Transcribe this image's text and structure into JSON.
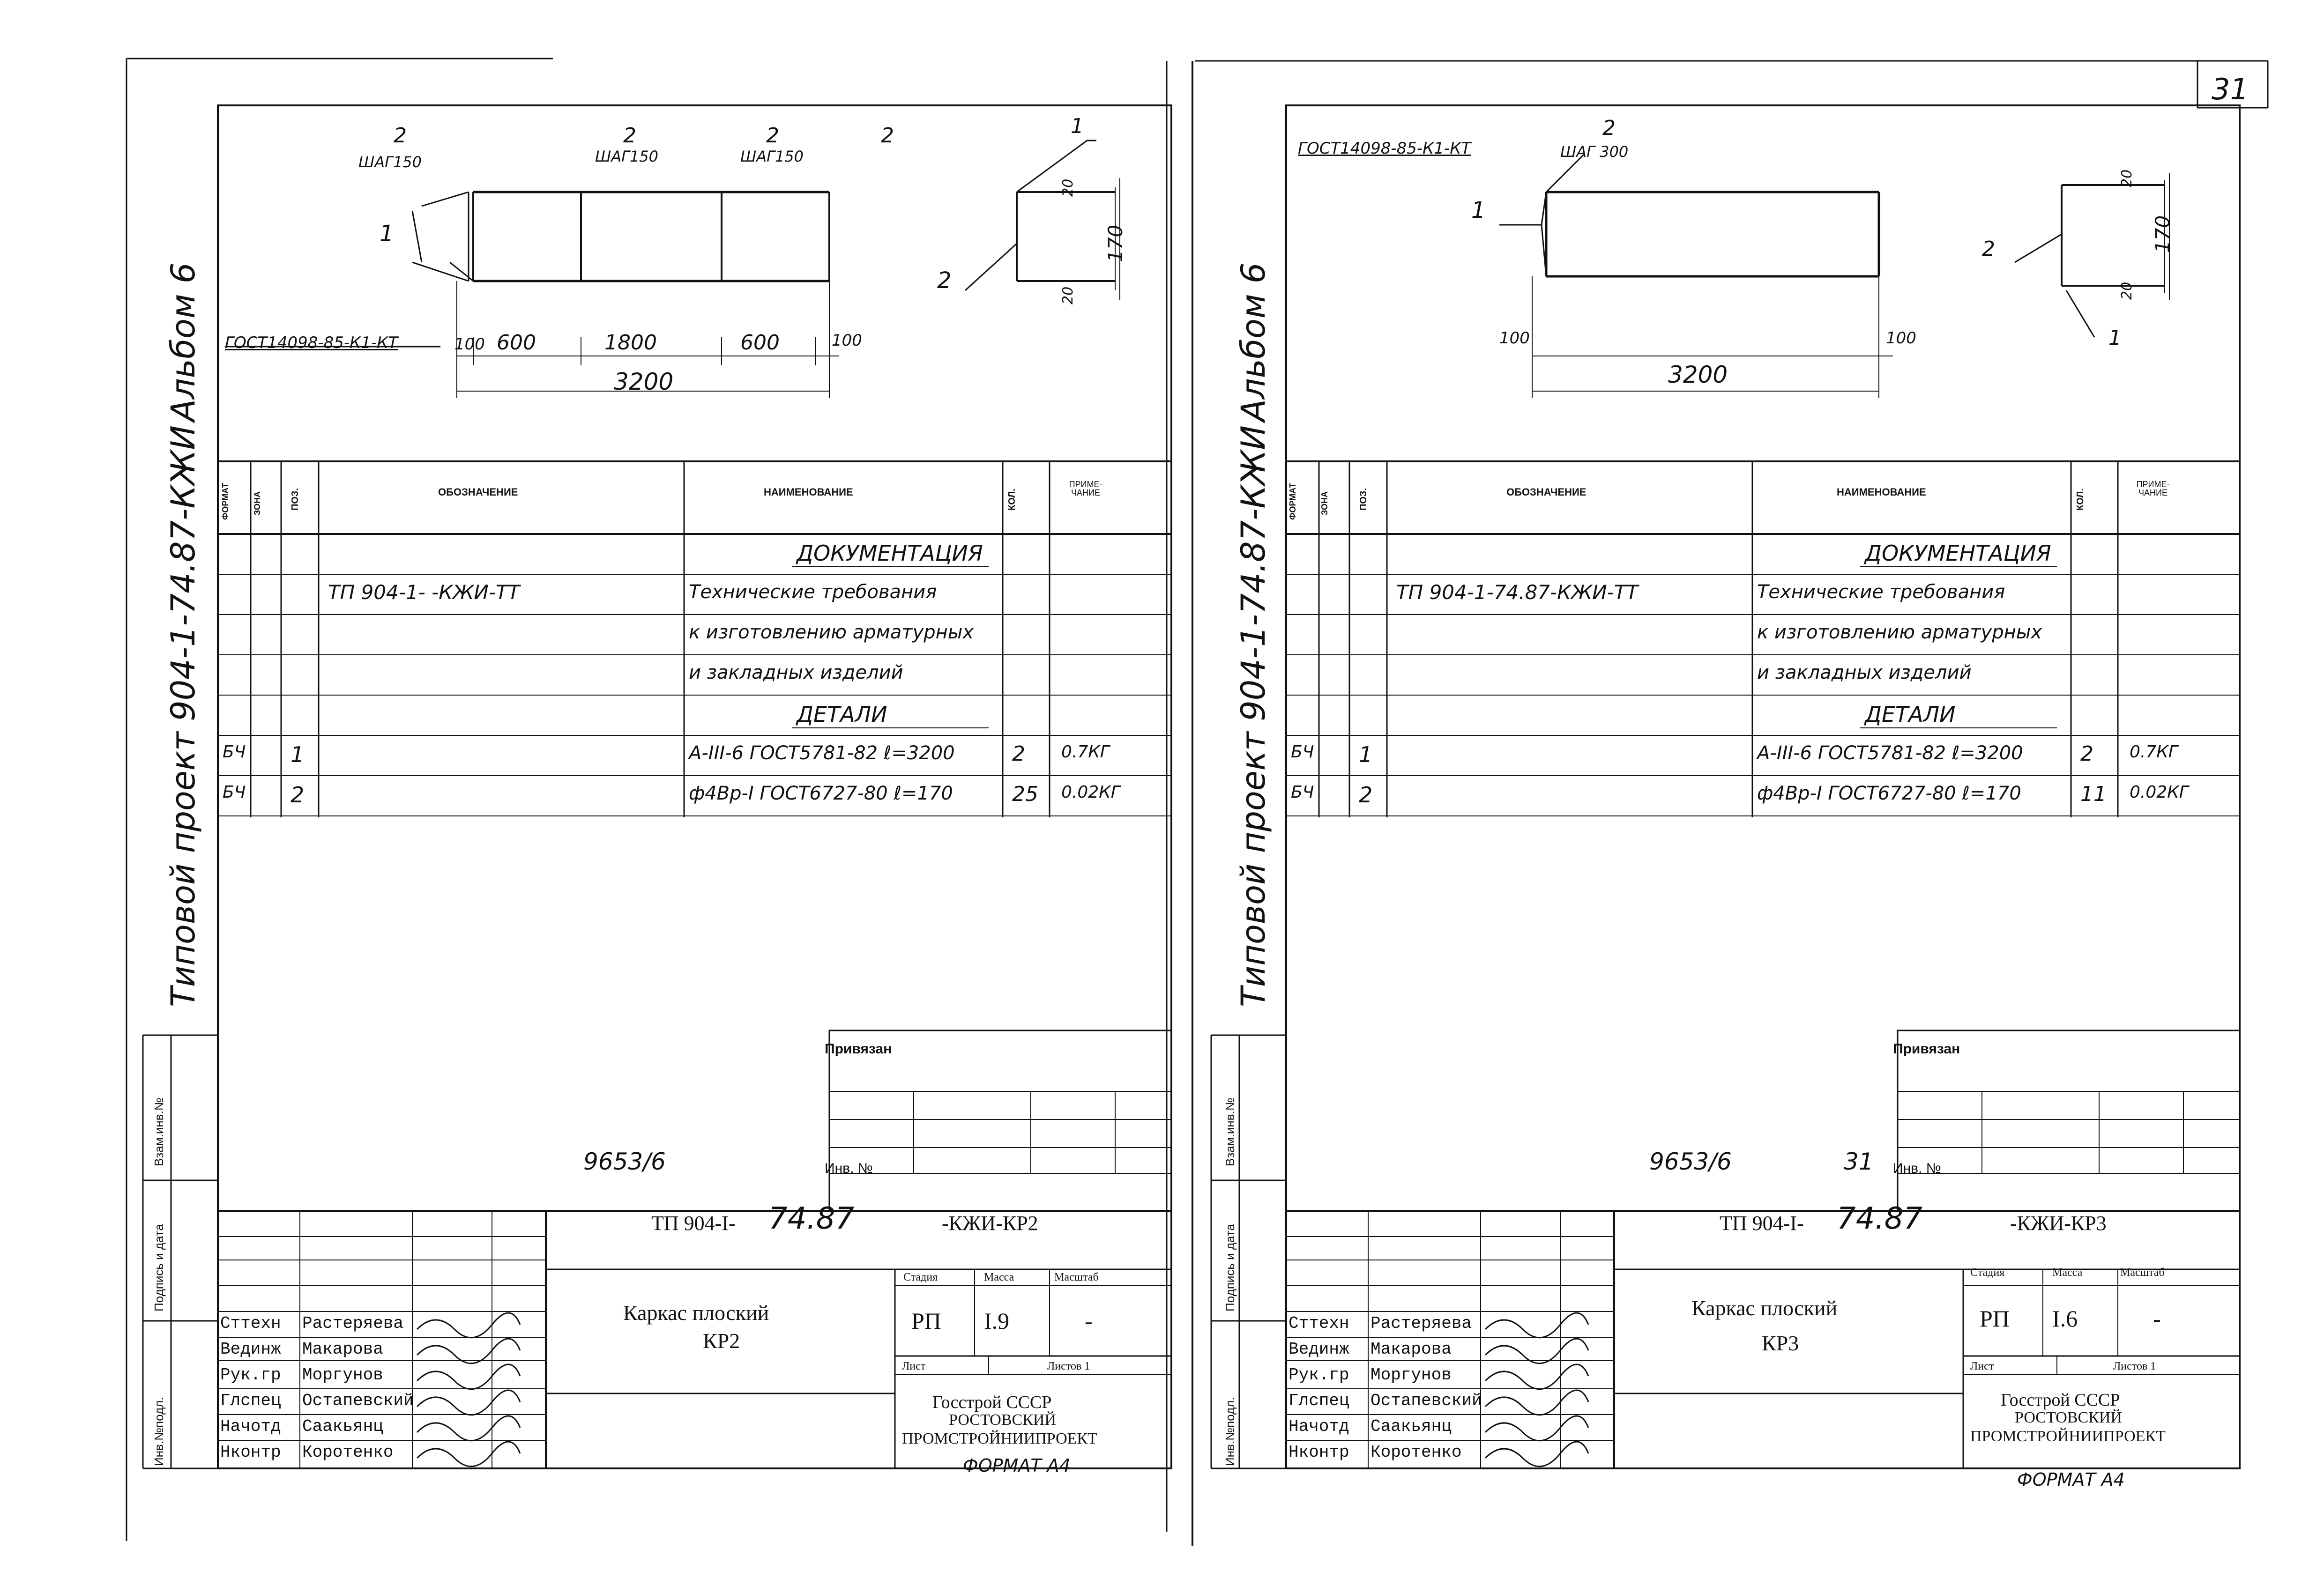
{
  "page_number": "31",
  "sheets": [
    {
      "side_title": "Типовой проект 904-1-74.87-КЖИ",
      "album": "Альбом 6",
      "dims": {
        "gost": "ГОСТ14098-85-К1-КТ",
        "pitch1": "ШАГ150",
        "pitch2": "ШАГ150",
        "pitch3": "ШАГ150",
        "pos_top": "2",
        "pos_top_a": "2",
        "pos_top_b": "2",
        "pos_top_c": "2",
        "pos_left": "1",
        "seg1": "100",
        "seg2": "600",
        "seg3": "1800",
        "seg4": "600",
        "seg5": "100",
        "total": "3200",
        "sec_top": "20",
        "sec_h": "170",
        "sec_bot": "20",
        "sec_pos1": "1",
        "sec_pos2": "2"
      },
      "headers": {
        "format": "ФОРМАТ",
        "zone": "ЗОНА",
        "pos": "ПОЗ.",
        "designation": "ОБОЗНАЧЕНИЕ",
        "name": "НАИМЕНОВАНИЕ",
        "qty": "КОЛ.",
        "note": "ПРИМЕ-ЧАНИЕ"
      },
      "rows": [
        {
          "fmt": "",
          "pos": "",
          "des": "",
          "name": "ДОКУМЕНТАЦИЯ",
          "qty": "",
          "note": ""
        },
        {
          "fmt": "",
          "pos": "",
          "des": "ТП 904-1-      -КЖИ-ТТ",
          "name": "Технические требования",
          "qty": "",
          "note": ""
        },
        {
          "fmt": "",
          "pos": "",
          "des": "",
          "name": "к изготовлению арматурных",
          "qty": "",
          "note": ""
        },
        {
          "fmt": "",
          "pos": "",
          "des": "",
          "name": "и закладных изделий",
          "qty": "",
          "note": ""
        },
        {
          "fmt": "",
          "pos": "",
          "des": "",
          "name": "ДЕТАЛИ",
          "qty": "",
          "note": ""
        },
        {
          "fmt": "БЧ",
          "pos": "1",
          "des": "",
          "name": "А-III-6 ГОСТ5781-82 ℓ=3200",
          "qty": "2",
          "note": "0.7КГ"
        },
        {
          "fmt": "БЧ",
          "pos": "2",
          "des": "",
          "name": "ф4Вр-I ГОСТ6727-80 ℓ=170",
          "qty": "25",
          "note": "0.02КГ"
        }
      ],
      "privyazan": "Привязан",
      "inv": "Инв. №",
      "stamp_num": "9653/6",
      "stamp_sheet": "",
      "side_labels": {
        "a": "Взам.инв.№",
        "b": "Подпись и дата",
        "c": "Инв.№подл."
      },
      "code_prefix": "ТП 904-I-",
      "code_hand": "74.87",
      "code_suffix": "-КЖИ-КР2",
      "title1": "Каркас плоский",
      "title2": "КР2",
      "stadia_h": "Стадия",
      "mass_h": "Масса",
      "scale_h": "Масштаб",
      "stadia": "РП",
      "mass": "I.9",
      "scale": "-",
      "list_h": "Лист",
      "listov_h": "Листов 1",
      "org1": "Госстрой СССР",
      "org2": "РОСТОВСКИЙ",
      "org3": "ПРОМСТРОЙНИИПРОЕКТ",
      "format": "ФОРМАТ А4",
      "people": [
        {
          "role": "Сттехн",
          "name": "Растеряева"
        },
        {
          "role": "Вединж",
          "name": "Макарова"
        },
        {
          "role": "Рук.гр",
          "name": "Моргунов"
        },
        {
          "role": "Глспец",
          "name": "Остапевский"
        },
        {
          "role": "Начотд",
          "name": "Саакьянц"
        },
        {
          "role": "Нконтр",
          "name": "Коротенко"
        }
      ]
    },
    {
      "side_title": "Типовой проект 904-1-74.87-КЖИ",
      "album": "Альбом 6",
      "dims": {
        "gost": "ГОСТ14098-85-К1-КТ",
        "pitch1": "ШАГ 300",
        "pos_top": "2",
        "pos_left": "1",
        "seg1": "100",
        "seg5": "100",
        "total": "3200",
        "sec_top": "20",
        "sec_h": "170",
        "sec_bot": "20",
        "sec_pos1": "1",
        "sec_pos2": "2"
      },
      "headers": {
        "format": "ФОРМАТ",
        "zone": "ЗОНА",
        "pos": "ПОЗ.",
        "designation": "ОБОЗНАЧЕНИЕ",
        "name": "НАИМЕНОВАНИЕ",
        "qty": "КОЛ.",
        "note": "ПРИМЕ-ЧАНИЕ"
      },
      "rows": [
        {
          "fmt": "",
          "pos": "",
          "des": "",
          "name": "ДОКУМЕНТАЦИЯ",
          "qty": "",
          "note": ""
        },
        {
          "fmt": "",
          "pos": "",
          "des": "ТП 904-1-74.87-КЖИ-ТТ",
          "name": "Технические требования",
          "qty": "",
          "note": ""
        },
        {
          "fmt": "",
          "pos": "",
          "des": "",
          "name": "к изготовлению арматурных",
          "qty": "",
          "note": ""
        },
        {
          "fmt": "",
          "pos": "",
          "des": "",
          "name": "и закладных изделий",
          "qty": "",
          "note": ""
        },
        {
          "fmt": "",
          "pos": "",
          "des": "",
          "name": "ДЕТАЛИ",
          "qty": "",
          "note": ""
        },
        {
          "fmt": "БЧ",
          "pos": "1",
          "des": "",
          "name": "А-III-6 ГОСТ5781-82 ℓ=3200",
          "qty": "2",
          "note": "0.7КГ"
        },
        {
          "fmt": "БЧ",
          "pos": "2",
          "des": "",
          "name": "ф4Вр-I ГОСТ6727-80 ℓ=170",
          "qty": "11",
          "note": "0.02КГ"
        }
      ],
      "privyazan": "Привязан",
      "inv": "Инв. №",
      "stamp_num": "9653/6",
      "stamp_sheet": "31",
      "side_labels": {
        "a": "Взам.инв.№",
        "b": "Подпись и дата",
        "c": "Инв.№подл."
      },
      "code_prefix": "ТП 904-I-",
      "code_hand": "74.87",
      "code_suffix": "-КЖИ-КР3",
      "title1": "Каркас плоский",
      "title2": "КР3",
      "stadia_h": "Стадия",
      "mass_h": "Масса",
      "scale_h": "Масштаб",
      "stadia": "РП",
      "mass": "I.6",
      "scale": "-",
      "list_h": "Лист",
      "listov_h": "Листов 1",
      "org1": "Госстрой СССР",
      "org2": "РОСТОВСКИЙ",
      "org3": "ПРОМСТРОЙНИИПРОЕКТ",
      "format": "ФОРМАТ А4",
      "people": [
        {
          "role": "Сттехн",
          "name": "Растеряева"
        },
        {
          "role": "Вединж",
          "name": "Макарова"
        },
        {
          "role": "Рук.гр",
          "name": "Моргунов"
        },
        {
          "role": "Глспец",
          "name": "Остапевский"
        },
        {
          "role": "Начотд",
          "name": "Саакьянц"
        },
        {
          "role": "Нконтр",
          "name": "Коротенко"
        }
      ]
    }
  ]
}
